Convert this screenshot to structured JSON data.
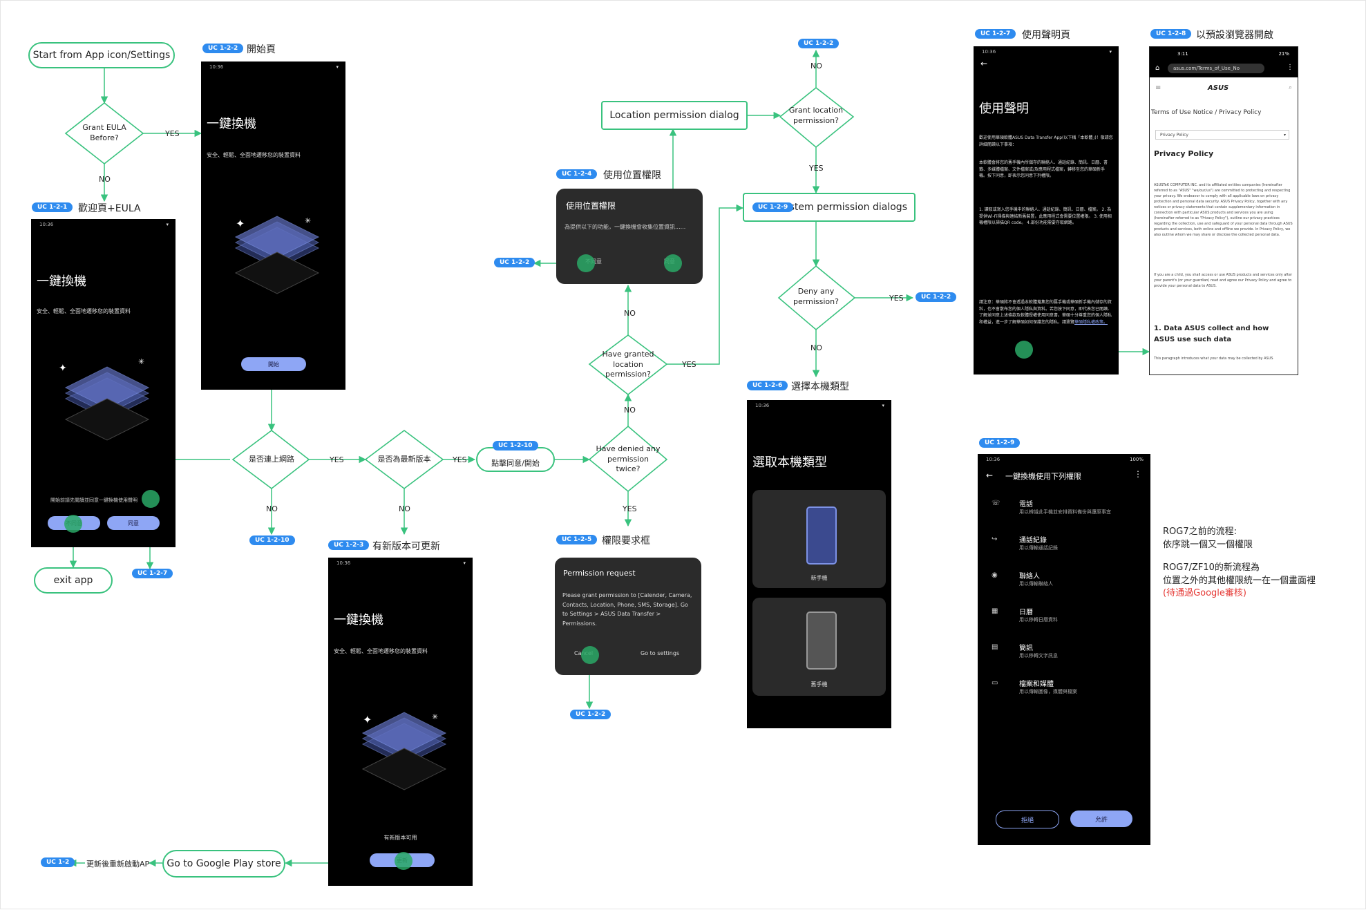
{
  "start": {
    "label": "Start from App icon/Settings"
  },
  "diamonds": {
    "grant_eula": "Grant EULA Before?",
    "network": "是否連上網路",
    "latest": "是否為最新版本",
    "have_location": "Have granted location permission?",
    "denied_twice": "Have denied any permission twice?",
    "grant_location": "Grant location permission?",
    "deny_any": "Deny any permission?"
  },
  "edges": {
    "yes": "YES",
    "no": "NO"
  },
  "boxes": {
    "exit_app": "exit app",
    "tap_agree": "點擊同意/開始",
    "location_dialog": "Location permission dialog",
    "system_dialogs": "System permission dialogs",
    "google_play": "Go to Google Play store",
    "restart_note": "更新後重新啟動AP"
  },
  "uc": {
    "uc121": "UC 1-2-1",
    "uc122": "UC 1-2-2",
    "uc123": "UC 1-2-3",
    "uc124": "UC 1-2-4",
    "uc125": "UC 1-2-5",
    "uc126": "UC 1-2-6",
    "uc127": "UC 1-2-7",
    "uc128": "UC 1-2-8",
    "uc129": "UC 1-2-9",
    "uc1210": "UC 1-2-10",
    "uc12": "UC 1-2"
  },
  "captions": {
    "c121": "歡迎頁+EULA",
    "c122": "開始頁",
    "c123": "有新版本可更新",
    "c124": "使用位置權限",
    "c125": "權限要求框",
    "c126": "選擇本機類型",
    "c127": "使用聲明頁",
    "c128": "以預設瀏覽器開啟"
  },
  "screens": {
    "time": "10:36",
    "app_title": "一鍵換機",
    "app_sub": "安全、輕鬆、全面地遷移您的裝置資料",
    "eula_line": "開始前請先閱讀並同意一鍵換機使用聲明",
    "btn_disagree": "不同意",
    "btn_agree": "同意",
    "btn_start": "開始",
    "new_version": "有新版本可用",
    "btn_update": "更新",
    "loc_title": "使用位置權限",
    "loc_body": "為提供以下的功能，一鍵換機會收集位置資訊......",
    "perm_title": "Permission request",
    "perm_body": "Please grant  permission to [Calender, Camera, Contacts, Location, Phone, SMS, Storage]. Go to Settings > ASUS Data Transfer > Permissions.",
    "perm_cancel": "Cancel",
    "perm_goto": "Go to settings",
    "device_title": "選取本機類型",
    "device_new": "新手機",
    "device_old": "舊手機",
    "statement_title": "使用聲明",
    "statement_p1": "歡迎使用華碩軟體ASUS Data Transfer App(以下稱「本軟體」)！敬請您詳細閱讀以下事項：",
    "statement_p2": "本軟體會將您的舊手機內所儲存的聯絡人、通話紀錄、簡訊、日曆、書籤、多媒體檔案、文件檔案或/及應用程式檔案，轉移至您的華碩新手機。按下同意，即表示您同意下列權限。",
    "statement_list": "1. 讀取或寫入您手機中的聯絡人、通話紀錄、簡訊、日曆、檔案。 2. 為提供Wi-Fi掃描與連結新舊裝置，此應用程式會需要位置權限。 3. 使用相機權限以掃描QR code。 4.部份功能需要存取網路。",
    "statement_note": "請注意：華碩將不會透過本軟體蒐集您的舊手機或華碩新手機內儲存的資料，也不會散布您的個人隱私與資料。若您按下同意，即代表您已閱讀、了解並同意上述條款及軟體授權使用同意書。華碩十分尊重您的個人隱私和權益，進一步了解華碩如何保護您的隱私，請瀏覽",
    "statement_link": "華碩隱私權政策。",
    "browser_time": "3:11",
    "browser_battery": "21%",
    "browser_url": "asus.com/Terms_of_Use_No",
    "browser_logo": "ASUS",
    "browser_breadcrumb": "Terms of Use Notice / Privacy Policy",
    "browser_select": "Privacy Policy",
    "browser_h1": "Privacy Policy",
    "browser_p1": "ASUSTeK COMPUTER INC. and its affiliated entities companies (hereinafter referred to as \"ASUS\" \"we/our/us\") are committed to protecting and respecting your privacy. We endeavor to comply with all applicable laws on privacy protection and personal data security. ASUS Privacy Policy, together with any notices or privacy statements that contain supplementary information in connection with particular ASUS products and services you are using (hereinafter referred to as \"Privacy Policy\"), outline our privacy practices regarding the collection, use and safeguard of your personal data through ASUS products and services, both online and offline we provide. In Privacy Policy, we also outline whom we may share or disclose the collected personal data.",
    "browser_p2": "If you are a child, you shall access or use ASUS products and services only after your parent's (or your guardian) read and agree our Privacy Policy and agree to provide your personal data to ASUS.",
    "browser_h2": "1. Data ASUS collect and how ASUS use such data",
    "browser_p3": "This paragraph introduces what your data may be collected by ASUS",
    "perm_screen_title": "一鍵換機使用下列權限",
    "perm_time": "10:36",
    "perm_battery": "100%",
    "perm_items": [
      {
        "t": "電話",
        "d": "用以辨識此手機並安排資料備份與還原事宜"
      },
      {
        "t": "通話紀錄",
        "d": "用以傳輸通話記錄"
      },
      {
        "t": "聯絡人",
        "d": "用以傳輸聯絡人"
      },
      {
        "t": "日曆",
        "d": "用以移轉日曆資料"
      },
      {
        "t": "簡訊",
        "d": "用以移轉文字訊息"
      },
      {
        "t": "檔案和媒體",
        "d": "用以傳輸圖像，媒體與檔案"
      }
    ],
    "perm_deny": "拒絕",
    "perm_allow": "允許"
  },
  "notes": {
    "n1": "ROG7之前的流程:",
    "n2": "依序跳一個又一個權限",
    "n3": "ROG7/ZF10的新流程為",
    "n4": "位置之外的其他權限統一在一個畫面裡",
    "n5": "(待通過Google審核)"
  },
  "colors": {
    "accent": "#39c27e",
    "uc_badge": "#2e8bef",
    "note_red": "#e53935"
  }
}
